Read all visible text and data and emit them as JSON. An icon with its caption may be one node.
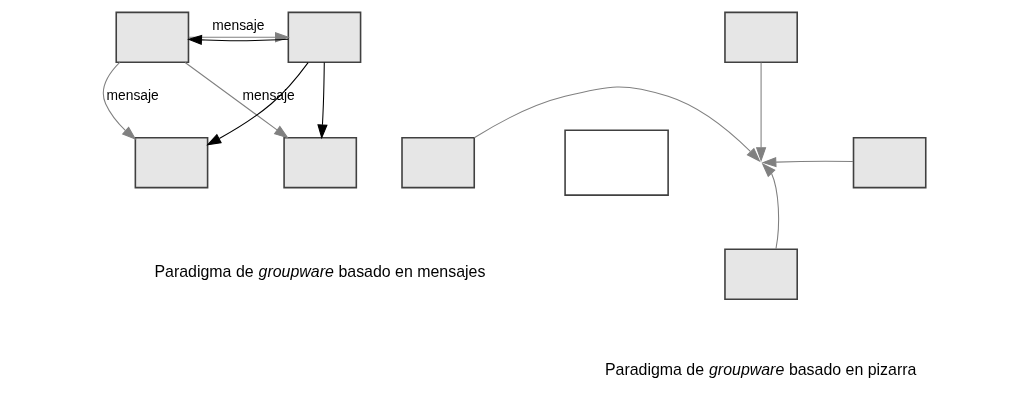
{
  "diagram": {
    "nodes": [
      {
        "text": [],
        "shape": "box"
      },
      {
        "text": [],
        "shape": "box"
      },
      {
        "text": [],
        "shape": "box"
      },
      {
        "text": [],
        "shape": "box"
      },
      {
        "text": [],
        "shape": "box"
      },
      {
        "text": [],
        "shape": "box"
      },
      {
        "text": [],
        "shape": "box"
      },
      {
        "text": [],
        "shape": "box"
      },
      {
        "text": [],
        "shape": "box"
      }
    ],
    "edges": [
      {
        "from": 0,
        "to": 1,
        "arrow": "to",
        "label": "mensaje"
      },
      {
        "from": 1,
        "to": 0,
        "arrow": "to",
        "color": "#000000"
      },
      {
        "from": 0,
        "to": 2,
        "arrow": "to",
        "label": "mensaje"
      },
      {
        "from": 0,
        "to": 3,
        "arrow": "to",
        "label": "mensaje"
      },
      {
        "from": 1,
        "to": 2,
        "arrow": "to",
        "color": "#000000"
      },
      {
        "from": 1,
        "to": 3,
        "arrow": "to",
        "color": "#000000"
      },
      {
        "from": 4,
        "to": null,
        "arrow": "to"
      },
      {
        "from": 6,
        "to": null,
        "arrow": "to"
      },
      {
        "from": 7,
        "to": null,
        "arrow": "to"
      },
      {
        "from": 8,
        "to": null,
        "arrow": "to"
      }
    ],
    "labels": [
      "Paradigma de *groupware* basado en mensajes",
      "Paradigma de *groupware* basado en pizarra"
    ]
  }
}
